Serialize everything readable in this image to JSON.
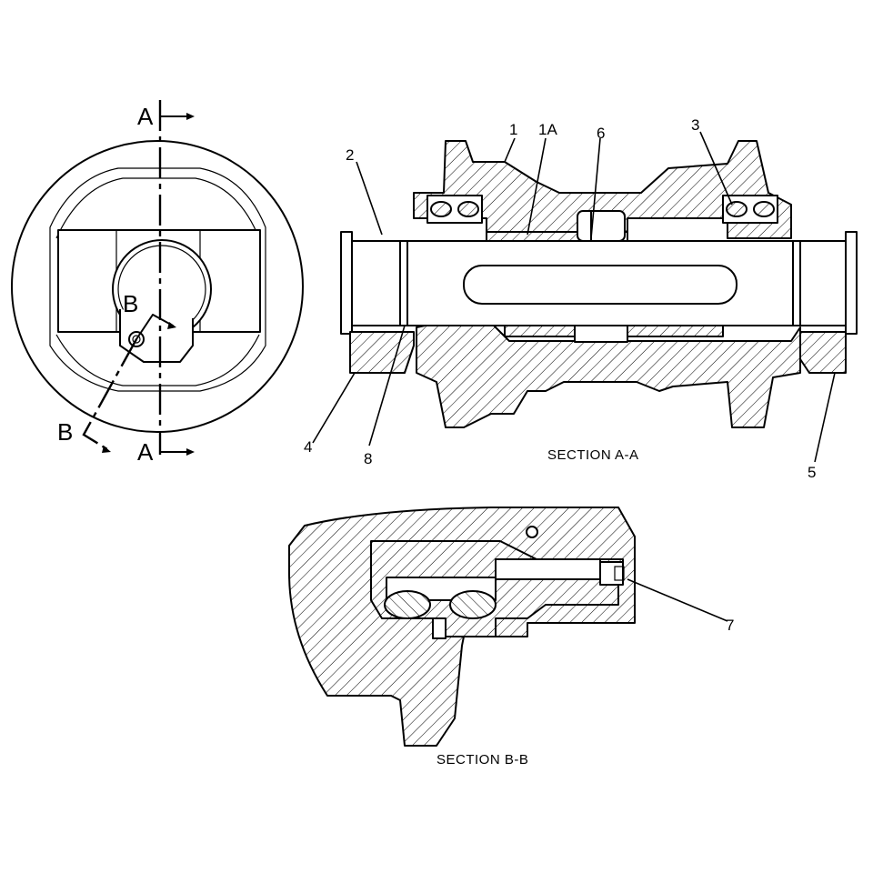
{
  "view_markers": {
    "section_a_top": "A",
    "section_a_bottom": "A",
    "section_b_top": "B",
    "section_b_bottom": "B"
  },
  "callouts": {
    "c1": "1",
    "c1a": "1A",
    "c2": "2",
    "c3": "3",
    "c4": "4",
    "c5": "5",
    "c6": "6",
    "c7": "7",
    "c8": "8"
  },
  "captions": {
    "section_aa": "SECTION A-A",
    "section_bb": "SECTION B-B"
  }
}
